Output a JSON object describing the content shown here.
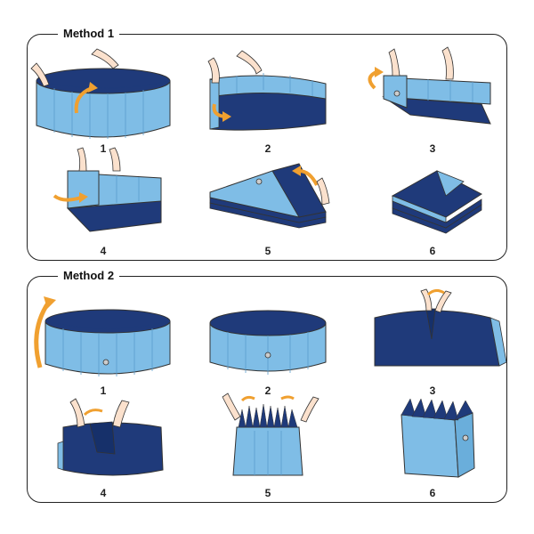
{
  "method1": {
    "title": "Method 1",
    "steps": [
      "1",
      "2",
      "3",
      "4",
      "5",
      "6"
    ]
  },
  "method2": {
    "title": "Method 2",
    "steps": [
      "1",
      "2",
      "3",
      "4",
      "5",
      "6"
    ]
  },
  "colors": {
    "light_blue": "#7fbde6",
    "dark_navy": "#1f3a7a",
    "arrow": "#f0a030",
    "skin": "#fbe1cd",
    "outline": "#333333"
  },
  "icons": [
    "pool-icon",
    "hand-icon",
    "curved-arrow-icon",
    "drain-valve-icon",
    "folded-pool-icon"
  ]
}
